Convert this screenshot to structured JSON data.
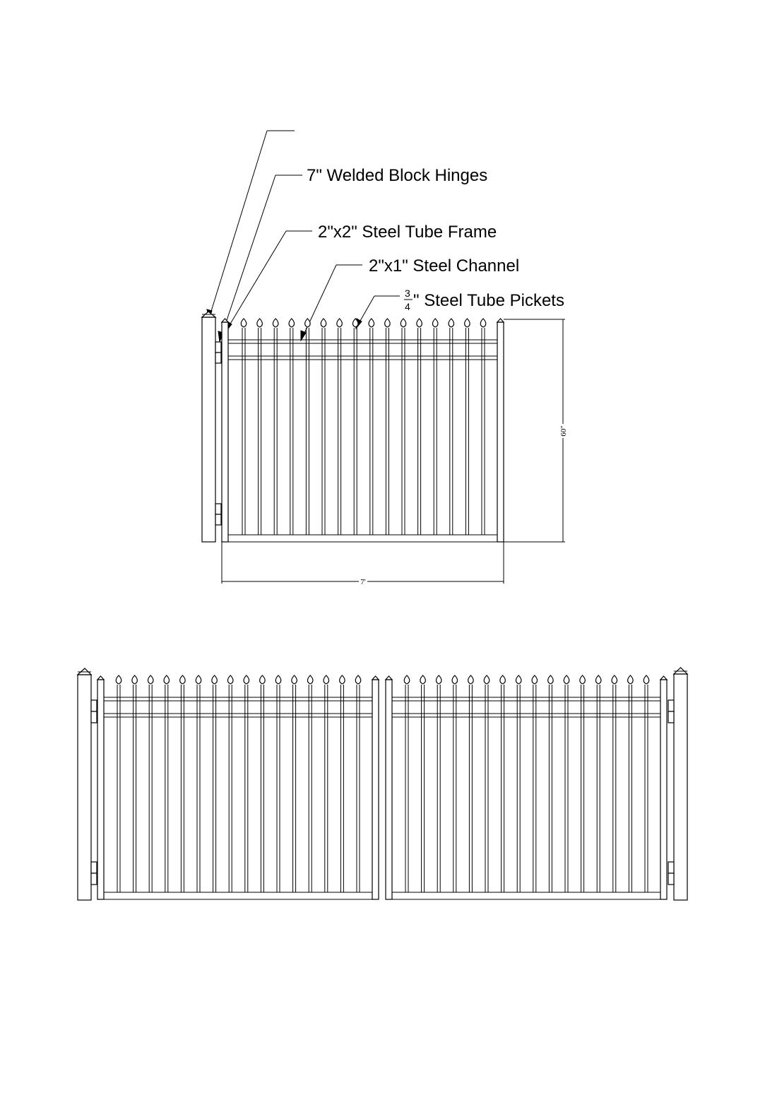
{
  "callouts": {
    "top_label": "",
    "hinges": "7\" Welded Block Hinges",
    "frame": "2\"x2\" Steel Tube Frame",
    "channel": "2\"x1\" Steel Channel",
    "pickets_frac_num": "3",
    "pickets_frac_den": "4",
    "pickets_rest": "\" Steel Tube Pickets"
  },
  "dimensions": {
    "height": "60\"",
    "width": "7'"
  },
  "gate": {
    "pickets_per_leaf": 16
  },
  "colors": {
    "line": "#000000",
    "background": "#ffffff"
  }
}
